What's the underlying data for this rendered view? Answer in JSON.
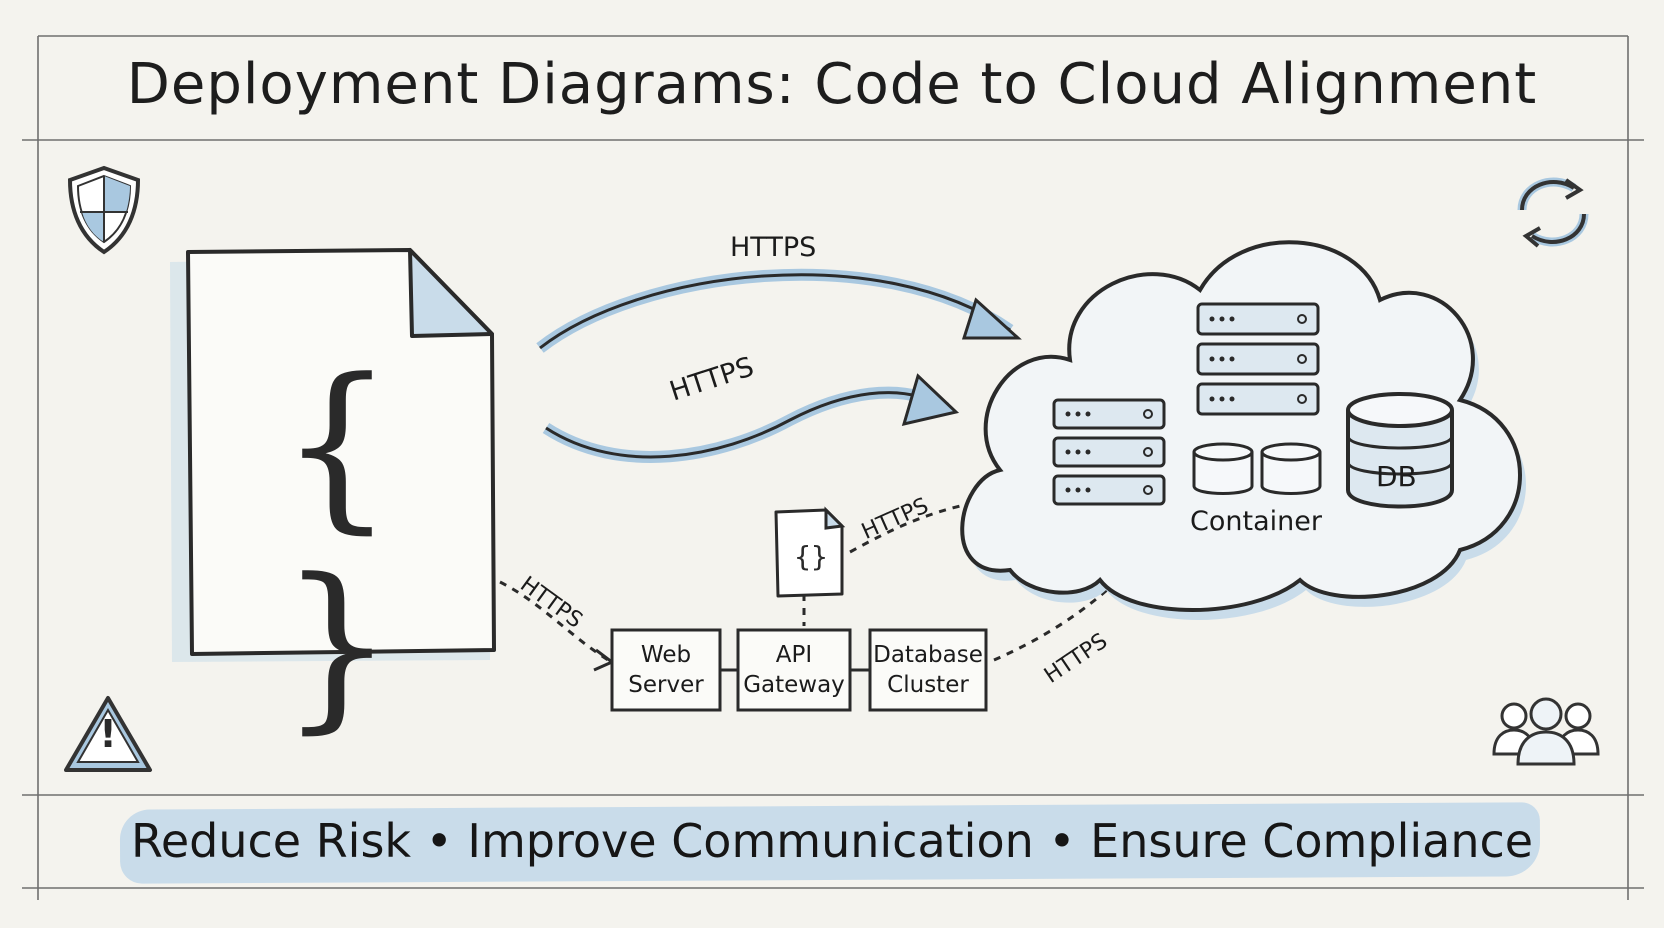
{
  "title": "Deployment Diagrams: Code to Cloud Alignment",
  "tagline": "Reduce Risk • Improve Communication • Ensure Compliance",
  "connections": {
    "https_top": "HTTPS",
    "https_middle": "HTTPS",
    "https_left_dotted": "HTTPS",
    "https_file_to_cloud": "HTTPS",
    "https_db_to_cloud": "HTTPS"
  },
  "components": {
    "web_server": [
      "Web",
      "Server"
    ],
    "api_gateway": [
      "API",
      "Gateway"
    ],
    "database_cluster": [
      "Database",
      "Cluster"
    ]
  },
  "cloud": {
    "container_label": "Container",
    "db_label": "DB"
  },
  "icons": {
    "code_file_glyph": "{ }",
    "small_file_glyph": "{}",
    "warning_glyph": "!"
  },
  "colors": {
    "accent_blue": "#a9c8e0",
    "light_blue": "#c9dcea",
    "ink": "#1f1f1f"
  }
}
